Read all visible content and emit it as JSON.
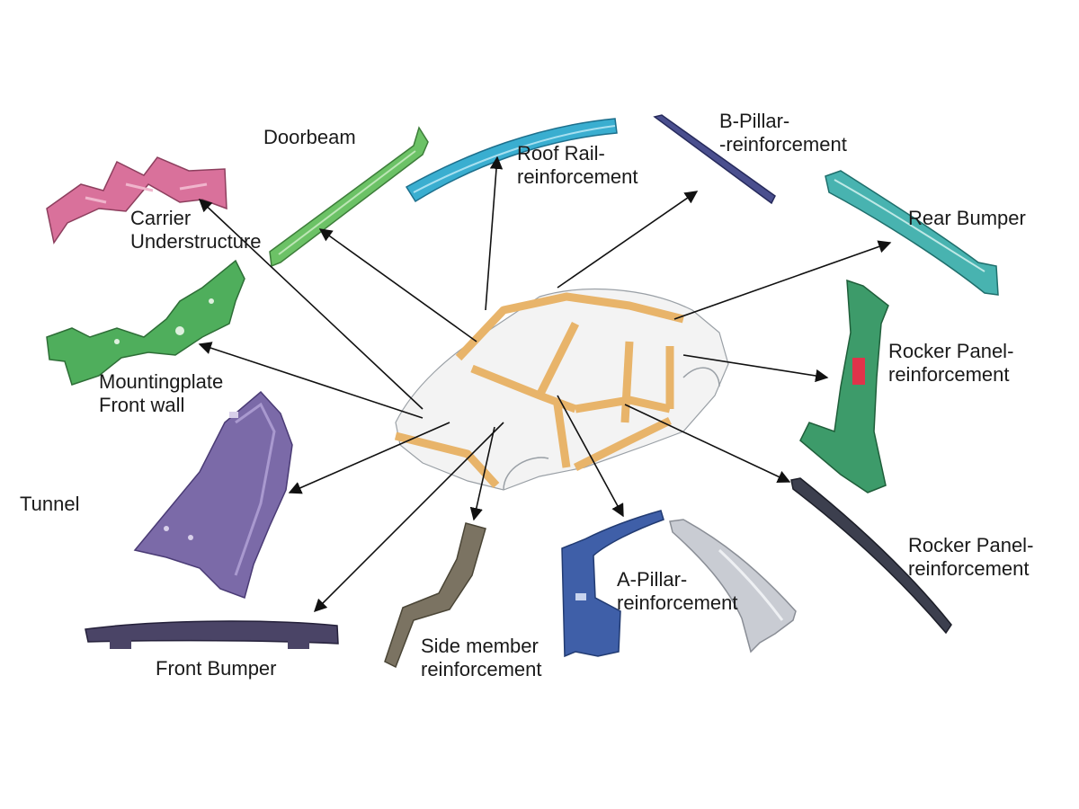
{
  "labels": {
    "doorbeam": [
      "Doorbeam"
    ],
    "roof_rail": [
      "Roof Rail-",
      "reinforcement"
    ],
    "b_pillar": [
      "B-Pillar-",
      "-reinforcement"
    ],
    "carrier": [
      "Carrier",
      "Understructure"
    ],
    "rear_bumper": [
      "Rear Bumper"
    ],
    "rocker_top": [
      "Rocker Panel-",
      "reinforcement"
    ],
    "mountingplate": [
      "Mountingplate",
      "Front wall"
    ],
    "tunnel": [
      "Tunnel"
    ],
    "rocker_bottom": [
      "Rocker Panel-",
      "reinforcement"
    ],
    "a_pillar": [
      "A-Pillar-",
      "reinforcement"
    ],
    "side_member": [
      "Side member",
      "reinforcement"
    ],
    "front_bumper": [
      "Front Bumper"
    ]
  },
  "colors": {
    "carrier": "#d9719b",
    "doorbeam": "#6cc266",
    "roof_rail": "#3aaed0",
    "b_pillar": "#4a4f8e",
    "rear_bumper": "#48b3b0",
    "mountingplate": "#4fae5c",
    "rocker_green": "#3d9b6a",
    "tunnel": "#7b6aa8",
    "front_bumper": "#4a4466",
    "side_member": "#7b7362",
    "a_pillar": "#3f5fa8",
    "rocker_dark": "#3c3f4e",
    "car_frame": "#e8b46a",
    "arrow": "#111111"
  }
}
